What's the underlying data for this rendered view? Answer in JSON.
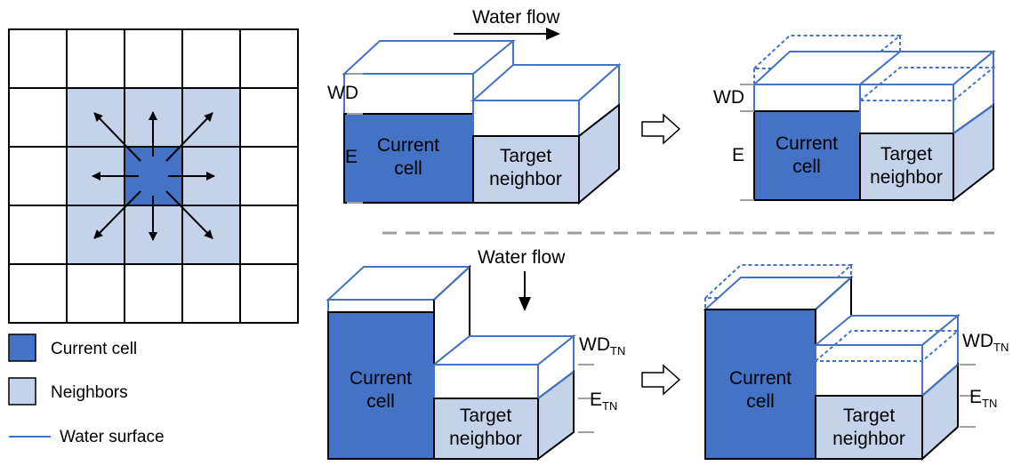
{
  "colors": {
    "current": "#4472c4",
    "neighbor": "#c5d3ea",
    "water": "#4472c4",
    "outline": "#000000",
    "separator": "#a0a0a0"
  },
  "legend": {
    "current_label": "Current cell",
    "neighbors_label": "Neighbors",
    "water_label": "Water surface"
  },
  "panel_top": {
    "flow_label": "Water flow",
    "wd_label": "WD",
    "e_label": "E",
    "current_line1": "Current",
    "current_line2": "cell",
    "target_line1": "Target",
    "target_line2": "neighbor"
  },
  "panel_bottom": {
    "flow_label": "Water flow",
    "wd_label": "WD",
    "wd_sub": "TN",
    "e_label": "E",
    "e_sub": "TN",
    "current_line1": "Current",
    "current_line2": "cell",
    "target_line1": "Target",
    "target_line2": "neighbor"
  },
  "icons": {
    "transition_arrow": "hollow-right-arrow-icon",
    "flow_arrow": "right-arrow-icon",
    "flow_arrow_down": "down-arrow-icon",
    "spread_arrows": "eight-direction-arrows-icon"
  }
}
